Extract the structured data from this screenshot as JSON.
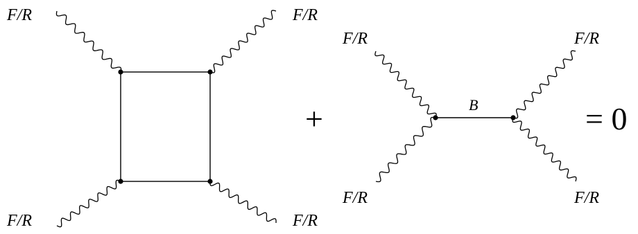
{
  "diagram": {
    "box_diagram": {
      "external_labels": {
        "top_left": "F/R",
        "top_right": "F/R",
        "bottom_left": "F/R",
        "bottom_right": "F/R"
      }
    },
    "plus_sign": "+",
    "exchange_diagram": {
      "external_labels": {
        "top_left": "F/R",
        "top_right": "F/R",
        "bottom_left": "F/R",
        "bottom_right": "F/R"
      },
      "propagator_label": "B"
    },
    "equals_zero": "= 0"
  }
}
